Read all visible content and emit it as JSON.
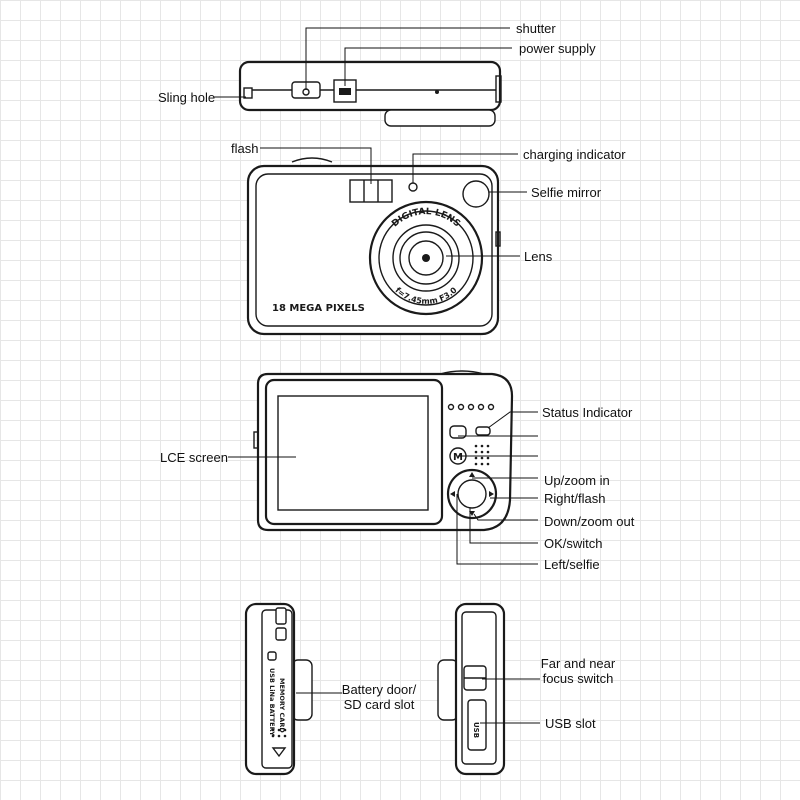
{
  "labels": {
    "shutter": "shutter",
    "power_supply": "power supply",
    "sling_hole": "Sling hole",
    "flash": "flash",
    "charging_indicator": "charging indicator",
    "selfie_mirror": "Selfie mirror",
    "lens": "Lens",
    "status_indicator": "Status Indicator",
    "lce_screen": "LCE screen",
    "up_zoom_in": "Up/zoom in",
    "right_flash": "Right/flash",
    "down_zoom_out": "Down/zoom out",
    "ok_switch": "OK/switch",
    "left_selfie": "Left/selfie",
    "battery_door": "Battery door/ SD card slot",
    "focus_switch": "Far and near focus switch",
    "usb_slot": "USB slot"
  },
  "printed": {
    "digital_lens": "DIGITAL LENS",
    "lens_spec": "f=7.45mm F3.0",
    "mega_pixels": "18 MEGA PIXELS",
    "battery_text": "USB LiNa BATTERY",
    "memory_card": "MEMORY CARD",
    "usb": "USB",
    "m_button": "M"
  }
}
